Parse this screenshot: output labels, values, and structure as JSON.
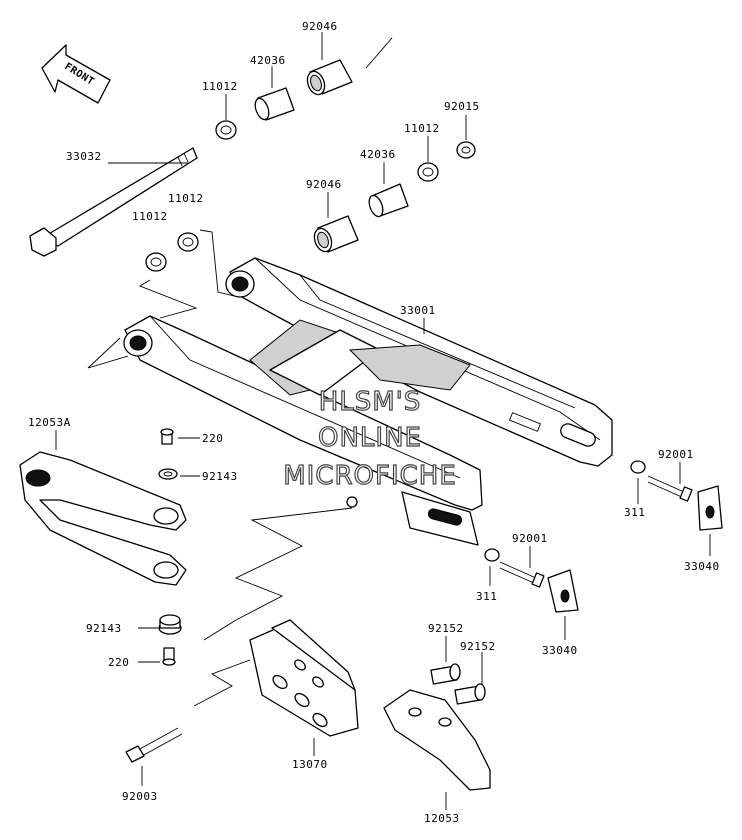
{
  "front_marker": {
    "label": "FRONT"
  },
  "watermark": {
    "line1": "HLSM'S",
    "line2": "ONLINE",
    "line3": "MICROFICHE"
  },
  "labels": {
    "p92046_top": "92046",
    "p42036_top": "42036",
    "p11012_top": "11012",
    "p92015": "92015",
    "p11012_mid": "11012",
    "p42036_mid": "42036",
    "p33032": "33032",
    "p92046_mid": "92046",
    "p11012_left_a": "11012",
    "p11012_left_b": "11012",
    "p33001": "33001",
    "p12053A": "12053A",
    "p220_top": "220",
    "p92143_top": "92143",
    "p92001_right": "92001",
    "p311_right": "311",
    "p33040_right": "33040",
    "p92001_mid": "92001",
    "p311_mid": "311",
    "p33040_mid": "33040",
    "p92143_bottom": "92143",
    "p220_bottom": "220",
    "p92152_a": "92152",
    "p92152_b": "92152",
    "p13070": "13070",
    "p92003": "92003",
    "p12053": "12053"
  }
}
